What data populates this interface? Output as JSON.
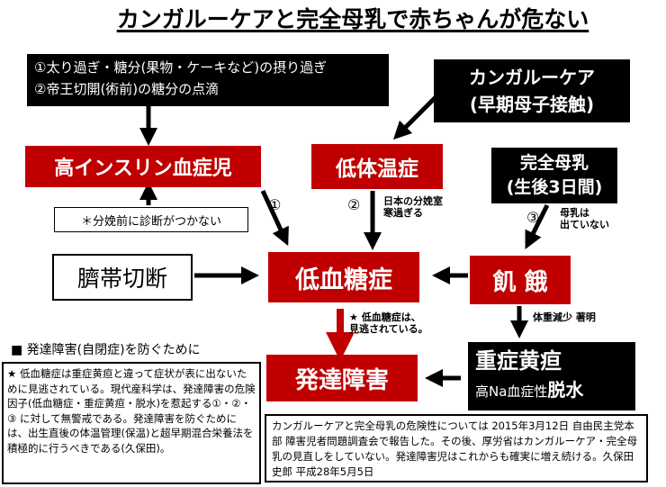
{
  "title": "カンガルーケアと完全母乳で赤ちゃんが危ない",
  "nodes": {
    "causes": {
      "line1": "①太り過ぎ・糖分(果物・ケーキなど)の摂り過ぎ",
      "line2": "②帝王切開(術前)の糖分の点滴"
    },
    "kangaroo": {
      "line1": "カンガルーケア",
      "line2": "(早期母子接触)"
    },
    "hyperinsulin": "高インスリン血症児",
    "hypothermia": "低体温症",
    "breastmilk": {
      "line1": "完全母乳",
      "line2": "(生後3日間)"
    },
    "not_diagnosed": "＊分娩前に診断がつかない",
    "umbilical": "臍帯切断",
    "hypoglycemia": "低血糖症",
    "starvation": "飢 餓",
    "developmental": "発達障害",
    "jaundice": {
      "line1": "重症黄疸",
      "line2_prefix": "高Na血症性",
      "line2_emph": "脱水"
    }
  },
  "edge_labels": {
    "one": "①",
    "two": "②",
    "two_note": {
      "line1": "日本の分娩室",
      "line2": "寒過ぎる"
    },
    "three": "③",
    "three_note": {
      "line1": "母乳は",
      "line2": "出ていない"
    },
    "weight_loss": "体重減少 著明",
    "hypo_note": {
      "line1": "★ 低血糖症は、",
      "line2": "見逃されている。"
    }
  },
  "prevent_heading": "■ 発達障害(自閉症)を防ぐために",
  "prevent_text": "★ 低血糖症は重症黄疸と違って症状が表に出ないために見逃されている。現代産科学は、発達障害の危険因子(低血糖症・重症黄疸・脱水)を惹起する①・②・③ に対して無警戒である。発達障害を防ぐためには、出生直後の体温管理(保温)と超早期混合栄養法を積極的に行うべきである(久保田)。",
  "report_text": "カンガルーケアと完全母乳の危険性については 2015年3月12日 自由民主党本部 障害児者問題調査会で報告した。その後、厚労省はカンガルーケア・完全母乳の見直しをしていない。発達障害児はこれからも確実に増え続ける。久保田史郎 平成28年5月5日",
  "colors": {
    "red": "#c00000",
    "black": "#000000",
    "white": "#ffffff"
  }
}
